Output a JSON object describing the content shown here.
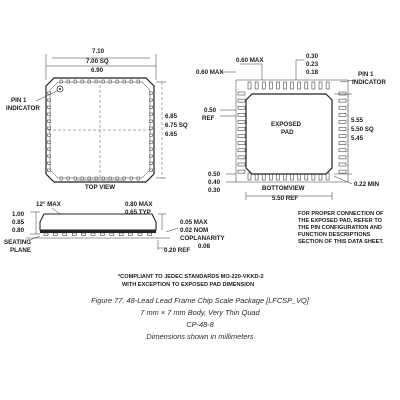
{
  "top_view": {
    "dim_width_max": "7.10",
    "dim_width_nom": "7.00 SQ",
    "dim_width_min": "6.90",
    "dim_body_max": "6.85",
    "dim_body_nom": "6.75 SQ",
    "dim_body_min": "6.65",
    "pin1_label_1": "PIN 1",
    "pin1_label_2": "INDICATOR",
    "view_label": "TOP VIEW"
  },
  "bottom_view": {
    "dim_pin_width_top": "0.30",
    "dim_pin_width_mid": "0.23",
    "dim_pin_width_bot": "0.18",
    "dim_corner_max": "0.60 MAX",
    "dim_corner_max_left": "0.60 MAX",
    "pin1_label_1": "PIN 1",
    "pin1_label_2": "INDICATOR",
    "pitch": "0.50",
    "pitch_ref": "REF",
    "exposed_pad_1": "EXPOSED",
    "exposed_pad_2": "PAD",
    "dim_pad_max": "5.55",
    "dim_pad_nom": "5.50 SQ",
    "dim_pad_min": "5.45",
    "dim_lead_max": "0.50",
    "dim_lead_nom": "0.40",
    "dim_lead_min": "0.30",
    "view_label": "BOTTOMVIEW",
    "dim_min": "0.22 MIN",
    "dim_ref": "5.50 REF",
    "note_1": "FOR PROPER CONNECTION OF",
    "note_2": "THE EXPOSED PAD, REFER TO",
    "note_3": "THE PIN CONFIGURATION AND",
    "note_4": "FUNCTION DESCRIPTIONS",
    "note_5": "SECTION OF THIS DATA SHEET."
  },
  "side_view": {
    "angle": "12° MAX",
    "h_max": "1.00",
    "h_nom": "0.85",
    "h_min": "0.80",
    "seating_1": "SEATING",
    "seating_2": "PLANE",
    "thick_max": "0.80 MAX",
    "thick_typ": "0.65 TYP",
    "stand_max": "0.05 MAX",
    "stand_nom": "0.02 NOM",
    "coplanarity": "COPLANARITY",
    "coplanarity_val": "0.08",
    "ref_thick": "0.20 REF"
  },
  "footnote": {
    "line_1": "*COMPLIANT TO JEDEC STANDARDS MO-220-VKKD-2",
    "line_2": "WITH EXCEPTION TO EXPOSED PAD DIMENSION"
  },
  "caption": {
    "line_1": "Figure 77. 48-Lead Lead Frame Chip Scale Package [LFCSP_VQ]",
    "line_2": "7 mm × 7 mm Body, Very Thin Quad",
    "line_3": "CP-48-8",
    "line_4": "Dimensions shown in millimeters"
  }
}
